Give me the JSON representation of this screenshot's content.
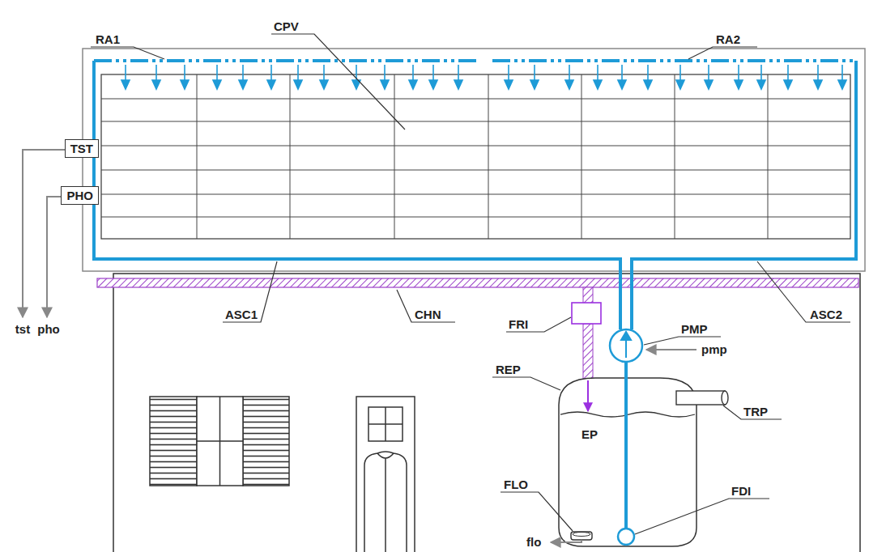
{
  "diagram": {
    "nodes": [
      {
        "text": [
          "TST"
        ]
      },
      {
        "text": [
          "PHO"
        ]
      }
    ],
    "labels": [
      "RA1",
      "CPV",
      "RA2",
      "ASC1",
      "CHN",
      "FRI",
      "PMP",
      "pmp",
      "ASC2",
      "REP",
      "TRP",
      "EP",
      "FLO",
      "FDI",
      "flo",
      "tst",
      "pho"
    ]
  }
}
